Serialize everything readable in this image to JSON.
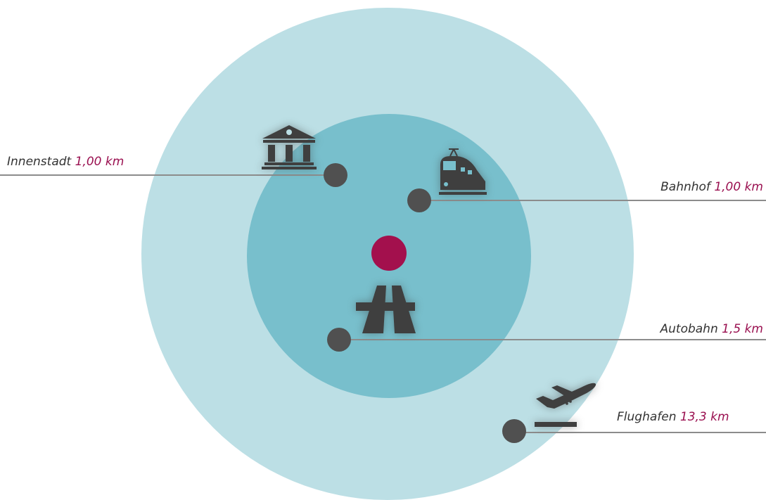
{
  "colors": {
    "outer_ring": "#bcdfe5",
    "inner_ring": "#78bfcc",
    "center_dot": "#a3104d",
    "poi_dot": "#505050",
    "leader_line": "#8c8c8c",
    "distance_text": "#9a1050",
    "name_text": "#333333",
    "icon": "#3f3f3f"
  },
  "locations": [
    {
      "name": "Innenstadt",
      "distance": "1,00 km",
      "icon": "museum-icon"
    },
    {
      "name": "Bahnhof",
      "distance": "1,00 km",
      "icon": "train-icon"
    },
    {
      "name": "Autobahn",
      "distance": "1,5 km",
      "icon": "highway-icon"
    },
    {
      "name": "Flughafen",
      "distance": "13,3 km",
      "icon": "airplane-departure-icon"
    }
  ]
}
